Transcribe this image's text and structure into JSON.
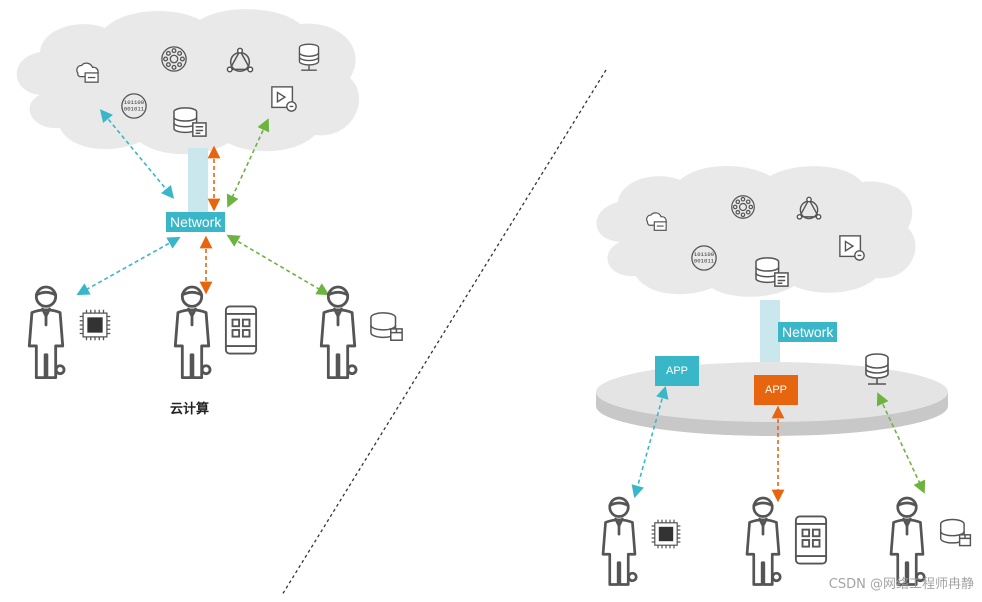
{
  "left": {
    "network_label": "Network",
    "caption": "云计算",
    "cloud_icons": [
      "cloud-device-icon",
      "cluster-icon",
      "triangle-network-icon",
      "server-stack-icon",
      "binary-globe-icon",
      "database-icon",
      "box-tool-icon"
    ],
    "users": [
      {
        "device": "chip-icon"
      },
      {
        "device": "tablet-icon"
      },
      {
        "device": "storage-icon"
      }
    ]
  },
  "right": {
    "network_label": "Network",
    "apps": [
      {
        "label": "APP",
        "color": "#39b7c9"
      },
      {
        "label": "APP",
        "color": "#e8650f"
      }
    ],
    "cloud_icons": [
      "cloud-device-icon",
      "cluster-icon",
      "triangle-network-icon",
      "binary-globe-icon",
      "database-icon",
      "box-tool-icon"
    ],
    "platform_icon": "server-stack-icon",
    "users": [
      {
        "device": "chip-icon"
      },
      {
        "device": "tablet-icon"
      },
      {
        "device": "storage-icon"
      }
    ]
  },
  "colors": {
    "teal": "#39b7c9",
    "orange": "#e8650f",
    "green": "#6db33f",
    "cloud": "#e9e9e9",
    "figure": "#555555"
  },
  "watermark": "CSDN @网络工程师冉静"
}
